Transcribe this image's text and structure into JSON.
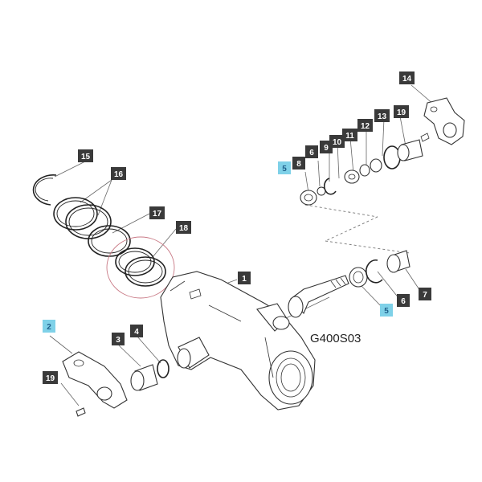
{
  "diagram": {
    "code": "G400S03",
    "callouts": [
      {
        "id": "c1",
        "label": "1"
      },
      {
        "id": "c2",
        "label": "2",
        "highlight": true
      },
      {
        "id": "c3",
        "label": "3"
      },
      {
        "id": "c4",
        "label": "4"
      },
      {
        "id": "c5a",
        "label": "5",
        "highlight": true
      },
      {
        "id": "c5b",
        "label": "5",
        "highlight": true
      },
      {
        "id": "c6a",
        "label": "6"
      },
      {
        "id": "c6b",
        "label": "6"
      },
      {
        "id": "c7",
        "label": "7"
      },
      {
        "id": "c8",
        "label": "8"
      },
      {
        "id": "c9",
        "label": "9"
      },
      {
        "id": "c10",
        "label": "10"
      },
      {
        "id": "c11",
        "label": "11"
      },
      {
        "id": "c12",
        "label": "12"
      },
      {
        "id": "c13",
        "label": "13"
      },
      {
        "id": "c14",
        "label": "14"
      },
      {
        "id": "c15",
        "label": "15"
      },
      {
        "id": "c16",
        "label": "16"
      },
      {
        "id": "c17",
        "label": "17"
      },
      {
        "id": "c18",
        "label": "18"
      },
      {
        "id": "c19a",
        "label": "19"
      },
      {
        "id": "c19b",
        "label": "19"
      }
    ],
    "colors": {
      "callout_bg": "#3a3a3a",
      "callout_highlight_bg": "#7fd1e8",
      "highlight_ring": "#c97a86"
    }
  }
}
